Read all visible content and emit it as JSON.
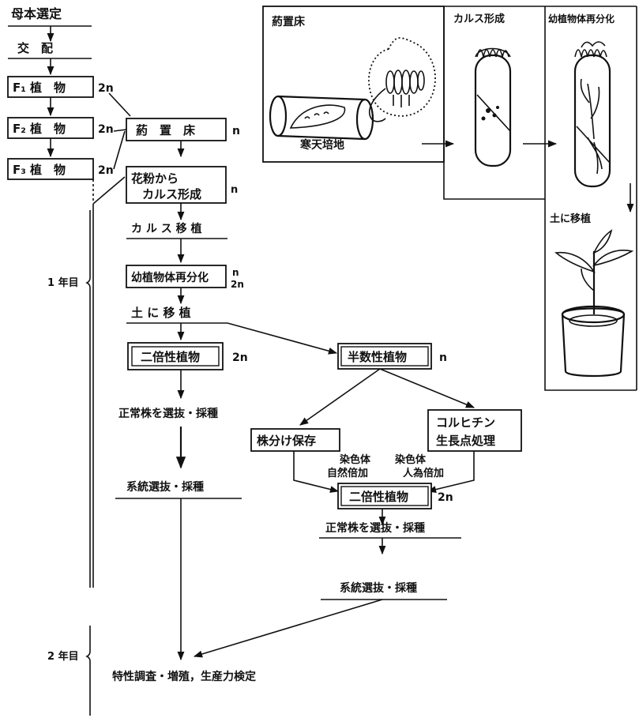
{
  "flow": {
    "mother_selection": "母本選定",
    "crossing": "交　配",
    "f1": "F₁ 植　物",
    "f2": "F₂ 植　物",
    "f3": "F₃ 植　物",
    "anther_culture": "葯　置　床",
    "callus_line1": "花粉から",
    "callus_line2": "カルス形成",
    "callus_transplant": "カ ル ス 移 植",
    "plantlet_redifferentiation": "幼植物体再分化",
    "soil_transplant": "土 に 移 植",
    "diploid_plant": "二倍性植物",
    "haploid_plant": "半数性植物",
    "select_normal": "正常株を選抜・採種",
    "line_selection": "系統選抜・採種",
    "division_preserve": "株分け保存",
    "colchicine_line1": "コルヒチン",
    "colchicine_line2": "生長点処理",
    "natural_doubling_line1": "染色体",
    "natural_doubling_line2": "自然倍加",
    "artificial_doubling_line1": "染色体",
    "artificial_doubling_line2": "人為倍加",
    "diploid_plant_2": "二倍性植物",
    "select_normal_2": "正常株を選抜・採種",
    "line_selection_2": "系統選抜・採種",
    "final_step": "特性調査・増殖，生産力検定"
  },
  "ploidy": {
    "two_n": "2n",
    "n": "n"
  },
  "timeline": {
    "year1": "1 年目",
    "year2": "2 年目"
  },
  "illustration": {
    "panel_anther": "葯置床",
    "agar_medium": "寒天培地",
    "panel_callus": "カルス形成",
    "panel_plantlet": "幼植物体再分化",
    "panel_soil": "土に移植"
  }
}
